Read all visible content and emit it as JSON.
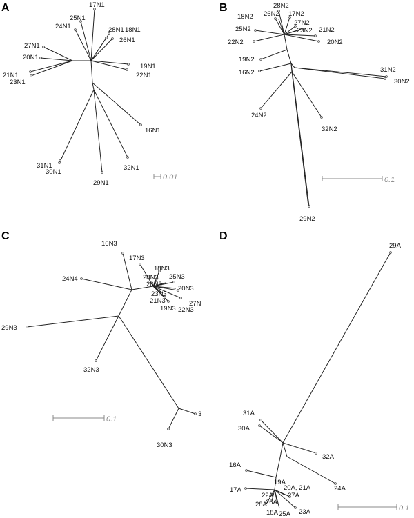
{
  "panels": [
    {
      "id": "A",
      "letter": "A",
      "scale_label": "0.01",
      "tips": [
        "17N1",
        "25N1",
        "24N1",
        "28N1",
        "18N1",
        "26N1",
        "27N1",
        "20N1",
        "21N1",
        "23N1",
        "19N1",
        "22N1",
        "16N1",
        "31N1",
        "30N1",
        "32N1",
        "29N1"
      ]
    },
    {
      "id": "B",
      "letter": "B",
      "scale_label": "0.1",
      "tips": [
        "28N2",
        "18N2",
        "26N2",
        "17N2",
        "27N2",
        "25N2",
        "23N2",
        "21N2",
        "22N2",
        "20N2",
        "19N2",
        "16N2",
        "31N2",
        "30N2",
        "24N2",
        "32N2",
        "29N2"
      ]
    },
    {
      "id": "C",
      "letter": "C",
      "scale_label": "0.1",
      "tips": [
        "16N3",
        "17N3",
        "18N3",
        "24N4",
        "28N3",
        "25N3",
        "26N3",
        "20N3",
        "23N3",
        "21N3",
        "27N",
        "19N3",
        "22N3",
        "29N3",
        "32N3",
        "3",
        "30N3"
      ]
    },
    {
      "id": "D",
      "letter": "D",
      "scale_label": "0.1",
      "tips": [
        "29A",
        "31A",
        "30A",
        "32A",
        "16A",
        "19A",
        "20A, 21A",
        "24A",
        "17A",
        "22A",
        "27A",
        "28A",
        "26A",
        "18A",
        "25A",
        "23A"
      ]
    }
  ]
}
